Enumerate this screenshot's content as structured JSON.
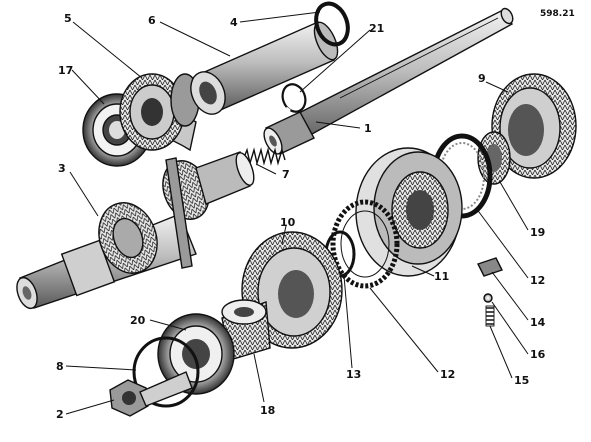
{
  "figure_number": "598.21",
  "labels": {
    "n1": "1",
    "n2": "2",
    "n3": "3",
    "n4": "4",
    "n5": "5",
    "n6": "6",
    "n7": "7",
    "n8": "8",
    "n9": "9",
    "n10": "10",
    "n11": "11",
    "n12a": "12",
    "n12b": "12",
    "n13": "13",
    "n14": "14",
    "n15": "15",
    "n16": "16",
    "n17": "17",
    "n18": "18",
    "n19": "19",
    "n20": "20",
    "n21": "21"
  },
  "colors": {
    "ink": "#111111",
    "paper": "#ffffff",
    "shade": "#8a8a8a",
    "light": "#d8d8d8"
  }
}
